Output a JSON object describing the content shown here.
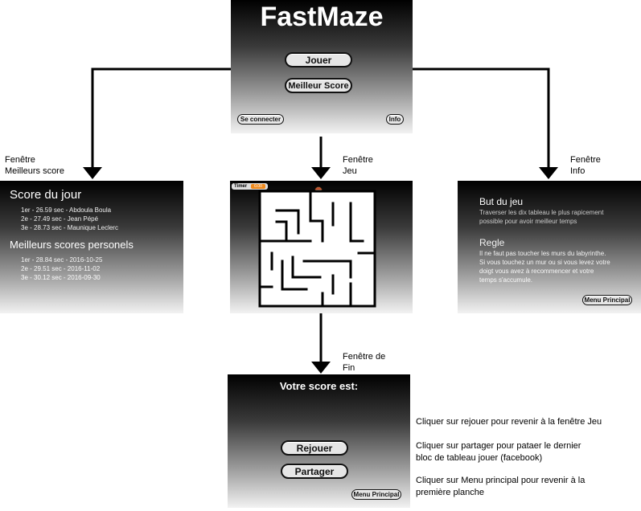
{
  "home": {
    "title": "FastMaze",
    "play_button": "Jouer",
    "best_score_button": "Meilleur Score",
    "login_button": "Se connecter",
    "info_button": "Info"
  },
  "labels": {
    "best_scores": [
      "Fenêtre",
      "Meilleurs score"
    ],
    "game": [
      "Fenêtre",
      "Jeu"
    ],
    "info": [
      "Fenêtre",
      "Info"
    ],
    "end": [
      "Fenêtre de",
      "Fin"
    ]
  },
  "scores_window": {
    "daily_title": "Score du jour",
    "daily_entries": [
      "1er - 26.59 sec - Abdoula Boula",
      "2e - 27.49 sec - Jean Pépé",
      "3e - 28.73 sec - Maunique Leclerc"
    ],
    "personal_title": "Meilleurs scores personels",
    "personal_entries": [
      "1er - 28.84 sec - 2016-10-25",
      "2e - 29.51 sec - 2016-11-02",
      "3e - 30.12 sec - 2016-09-30"
    ]
  },
  "game_window": {
    "timer_label": "Timer",
    "timer_value": "0.00"
  },
  "info_window": {
    "goal_title": "But du jeu",
    "goal_text": [
      "Traverser les dix tableau le plus rapicement",
      "possible pour avoir meilleur temps"
    ],
    "rule_title": "Regle",
    "rule_text": [
      "Il ne faut pas toucher les murs du labyrinthe.",
      "Si vous touchez un mur ou si vous levez votre",
      "doigt vous avez à recommencer et votre",
      "temps s'accumule."
    ],
    "menu_button": "Menu Principal"
  },
  "end_window": {
    "title": "Votre score est:",
    "replay_button": "Rejouer",
    "share_button": "Partager",
    "menu_button": "Menu Principal"
  },
  "annotations": [
    "Cliquer sur rejouer pour revenir à la fenêtre Jeu",
    "Cliquer sur partager pour pataer le dernier",
    "bloc de tableau jouer (facebook)",
    "Cliquer sur Menu principal pour revenir à la",
    "première planche"
  ]
}
